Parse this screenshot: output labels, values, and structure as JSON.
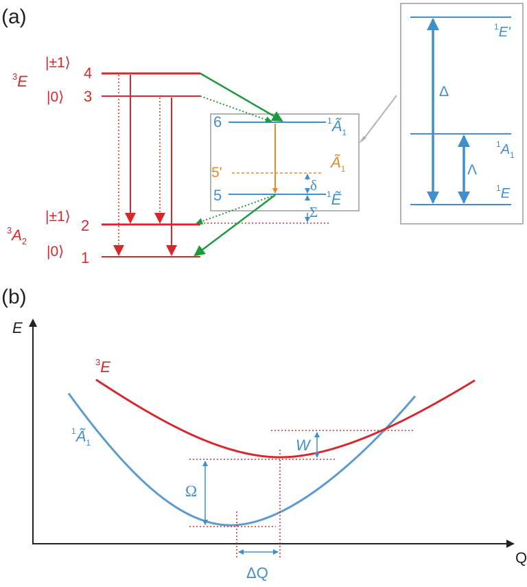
{
  "panel_a": {
    "label": "(a)",
    "triplet_excited": {
      "term": "E",
      "sup": "3",
      "pm1": "|±1⟩",
      "zero": "|0⟩",
      "level4": "4",
      "level3": "3"
    },
    "triplet_ground": {
      "term": "A",
      "sup": "3",
      "sub": "2",
      "pm1": "|±1⟩",
      "zero": "|0⟩",
      "level2": "2",
      "level1": "1"
    },
    "singlet_box": {
      "level6": "6",
      "level6_state": "Ã",
      "level6_sup": "1",
      "level6_sub": "1",
      "level5p": "5'",
      "level5p_state": "Ã",
      "level5p_sub": "1",
      "level5": "5",
      "level5_state": "Ẽ",
      "level5_sup": "1",
      "delta_small": "δ",
      "sigma": "Σ"
    },
    "inset": {
      "top": "E'",
      "top_sup": "1",
      "mid": "A",
      "mid_sup": "1",
      "mid_sub": "1",
      "bottom": "E",
      "bottom_sup": "1",
      "big_delta": "Δ",
      "lambda": "Λ"
    }
  },
  "panel_b": {
    "label": "(b)",
    "y_axis": "E",
    "x_axis": "Q",
    "curve_excited": "E",
    "curve_excited_sup": "3",
    "curve_singlet": "Ã",
    "curve_singlet_sup": "1",
    "curve_singlet_sub": "1",
    "omega": "Ω",
    "w": "W",
    "delta_q": "ΔQ"
  },
  "colors": {
    "triplet": "#d9262b",
    "singlet": "#3f8fcc",
    "intersystem": "#1a9a3a",
    "mixed": "#e08a2e",
    "frame": "#b3b3b3"
  }
}
